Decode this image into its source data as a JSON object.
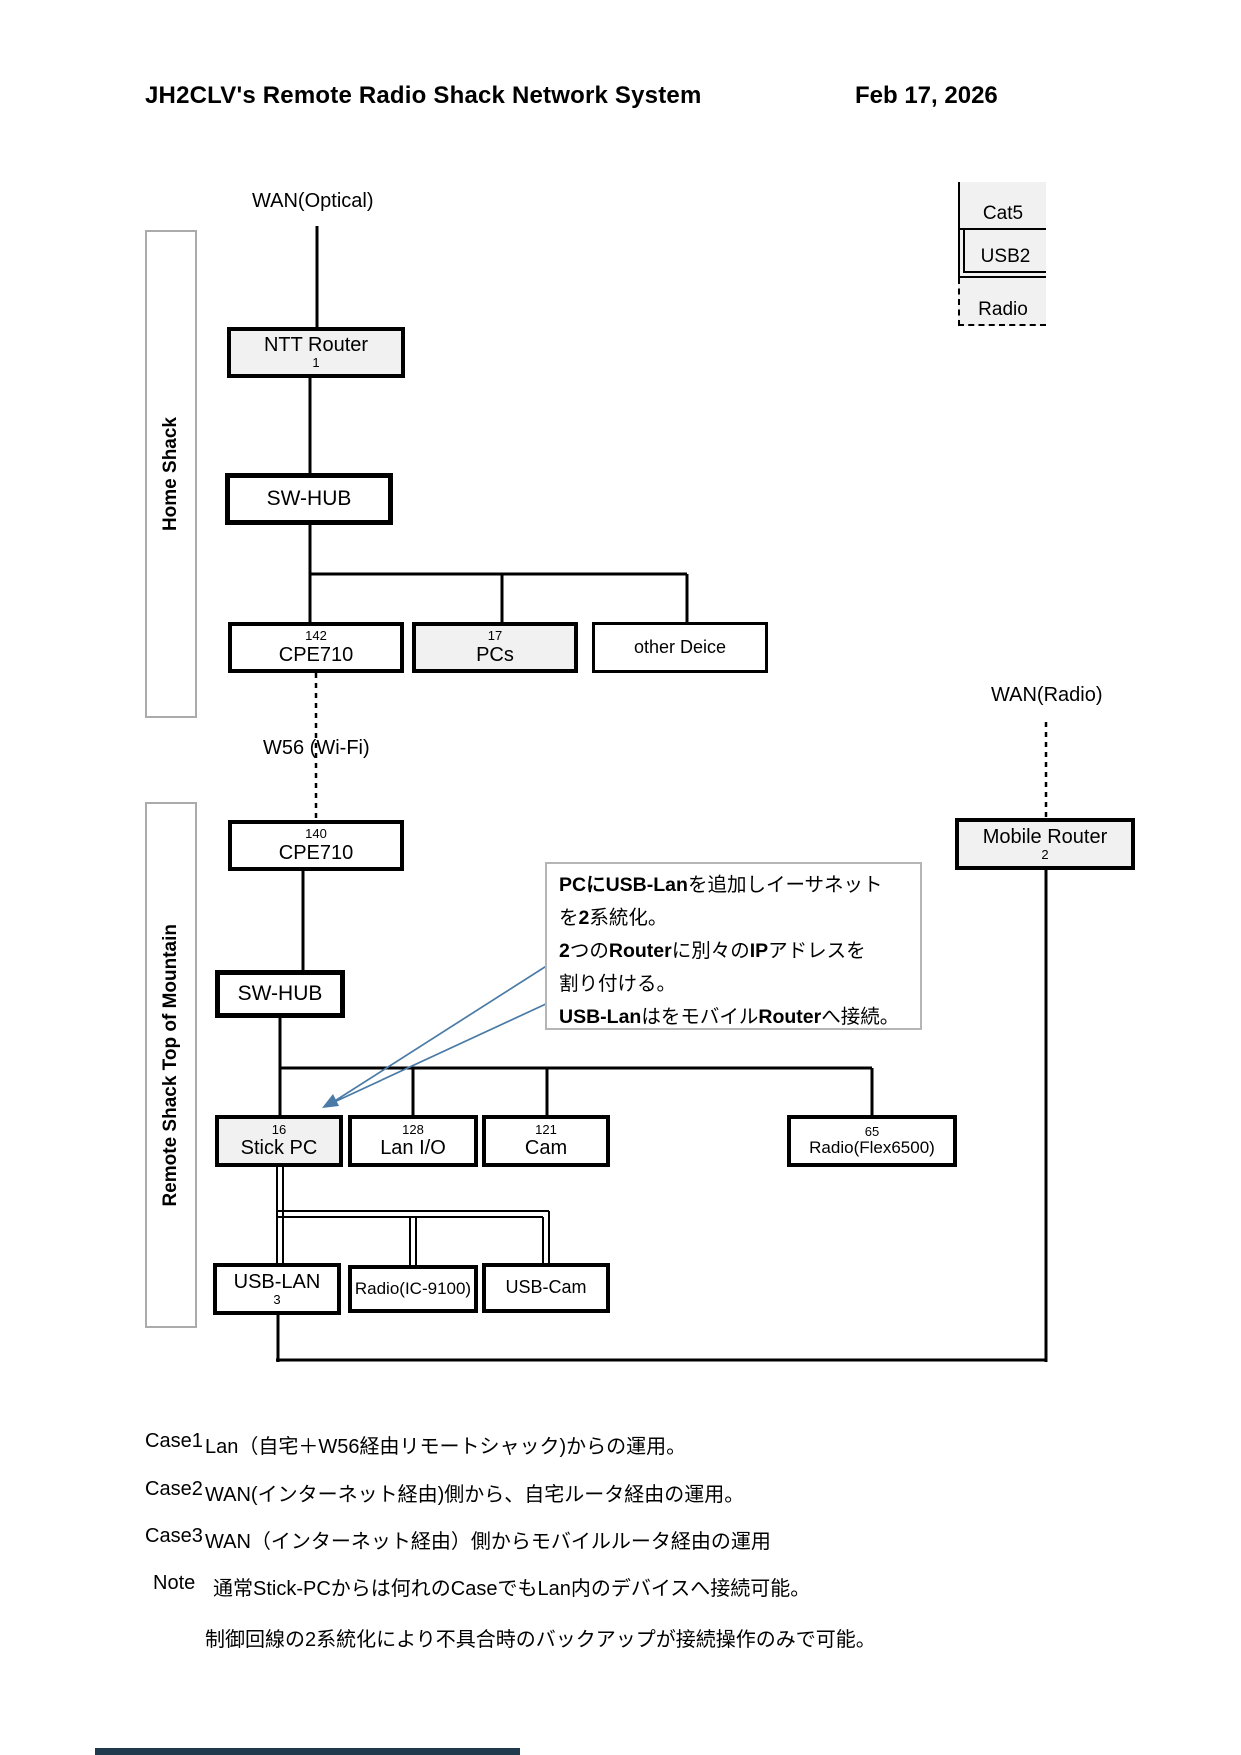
{
  "header": {
    "title": "JH2CLV's Remote Radio Shack Network System",
    "date": "Feb 17, 2026"
  },
  "legend": {
    "items": [
      {
        "label": "Cat5",
        "style": "solid"
      },
      {
        "label": "USB2",
        "style": "double"
      },
      {
        "label": "Radio",
        "style": "dashed"
      }
    ]
  },
  "sections": {
    "home": "Home Shack",
    "remote": "Remote Shack Top of Mountain"
  },
  "labels": {
    "wan_optical": "WAN(Optical)",
    "w56": "W56 (Wi-Fi)",
    "wan_radio": "WAN(Radio)"
  },
  "nodes": {
    "ntt_router": {
      "name": "NTT Router",
      "num": "1"
    },
    "sw_hub_home": {
      "name": "SW-HUB"
    },
    "cpe710_home": {
      "num": "142",
      "name": "CPE710"
    },
    "pcs": {
      "num": "17",
      "name": "PCs"
    },
    "other_device": {
      "name": "other Deice"
    },
    "cpe710_remote": {
      "num": "140",
      "name": "CPE710"
    },
    "sw_hub_remote": {
      "name": "SW-HUB"
    },
    "stick_pc": {
      "num": "16",
      "name": "Stick PC"
    },
    "lan_io": {
      "num": "128",
      "name": "Lan I/O"
    },
    "cam": {
      "num": "121",
      "name": "Cam"
    },
    "radio_flex": {
      "num": "65",
      "name": "Radio(Flex6500)"
    },
    "mobile_router": {
      "name": "Mobile Router",
      "num": "2"
    },
    "usb_lan": {
      "name": "USB-LAN",
      "num": "3"
    },
    "radio_ic9100": {
      "name": "Radio(IC-9100)"
    },
    "usb_cam": {
      "name": "USB-Cam"
    }
  },
  "callout": {
    "lines": [
      [
        {
          "t": "PCに",
          "b": true
        },
        {
          "t": "USB-Lan",
          "b": true
        },
        {
          "t": "を追加しイーサネット"
        }
      ],
      [
        {
          "t": "を"
        },
        {
          "t": "2",
          "b": true
        },
        {
          "t": "系統化。"
        }
      ],
      [
        {
          "t": "2",
          "b": true
        },
        {
          "t": "つの"
        },
        {
          "t": "Router",
          "b": true
        },
        {
          "t": "に別々の"
        },
        {
          "t": "IP",
          "b": true
        },
        {
          "t": "アドレスを"
        }
      ],
      [
        {
          "t": "割り付ける。"
        }
      ],
      [
        {
          "t": "USB-Lan",
          "b": true
        },
        {
          "t": "はをモバイル"
        },
        {
          "t": "Router",
          "b": true
        },
        {
          "t": "へ接続。"
        }
      ]
    ]
  },
  "notes": [
    {
      "label": "Case1",
      "text": "Lan（自宅＋W56経由リモートシャック)からの運用。"
    },
    {
      "label": "Case2",
      "text": "WAN(インターネット経由)側から、自宅ルータ経由の運用。"
    },
    {
      "label": "Case3",
      "text": "WAN（インターネット経由）側からモバイルルータ経由の運用"
    },
    {
      "label": "Note",
      "text": "通常Stick-PCからは何れのCaseでもLan内のデバイスへ接続可能。"
    },
    {
      "label": "",
      "text": "制御回線の2系統化により不具合時のバックアップが接続操作のみで可能。"
    }
  ],
  "colors": {
    "box_fill_gray": "#f1f1f1",
    "annotation_blue": "#4a7ba6",
    "bottom_strip": "#1f3a4d"
  }
}
